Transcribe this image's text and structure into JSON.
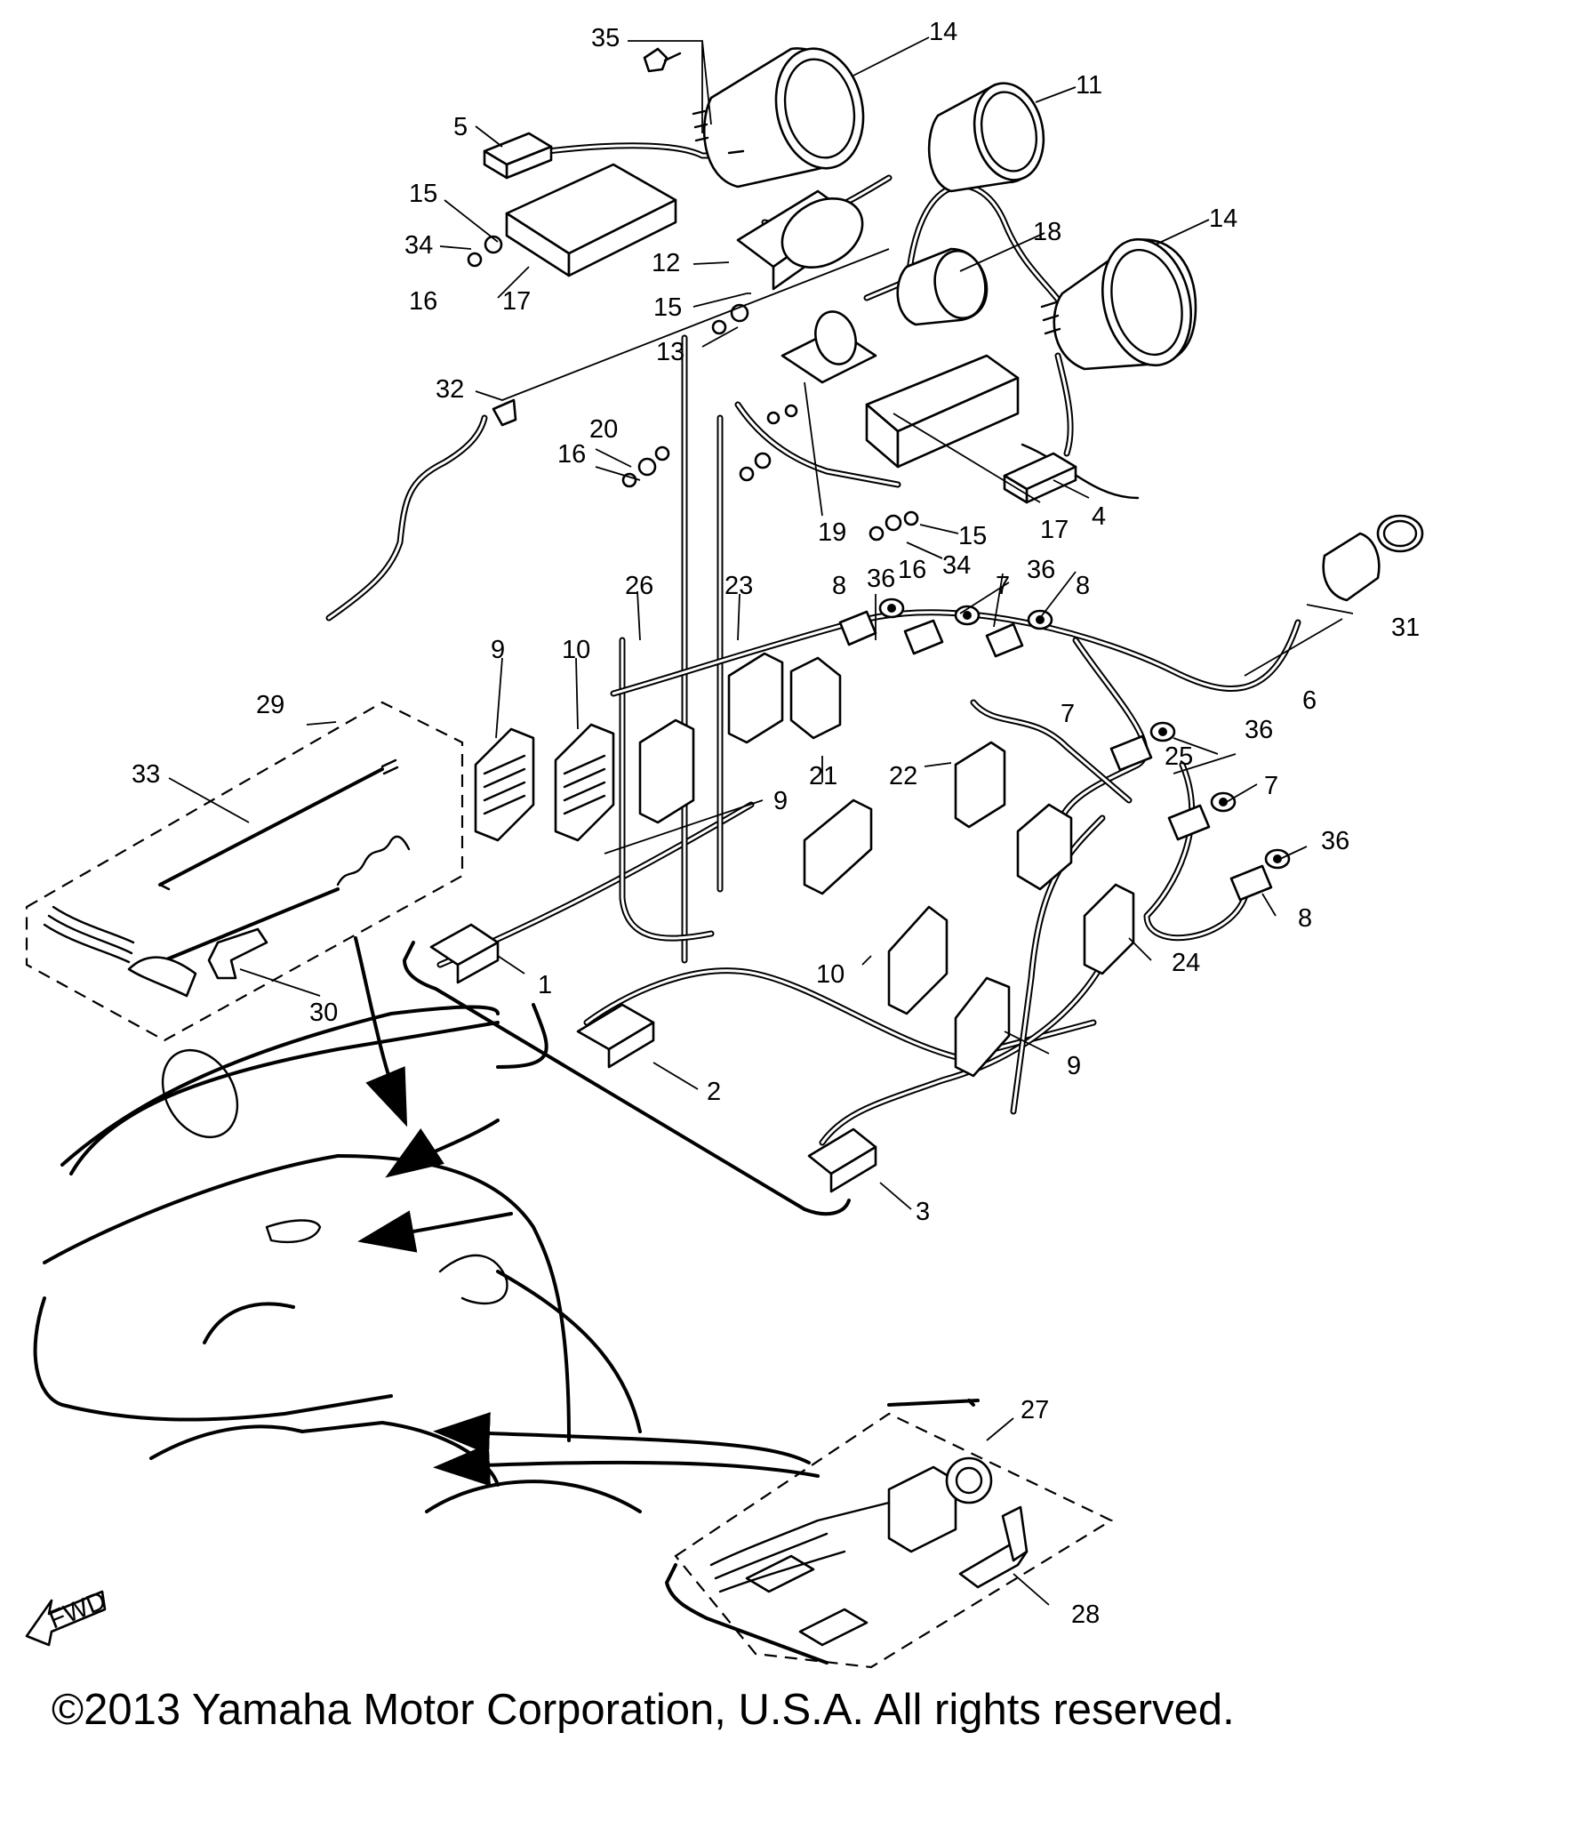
{
  "callouts": [
    "1",
    "2",
    "3",
    "4",
    "5",
    "6",
    "7",
    "8",
    "9",
    "10",
    "11",
    "12",
    "13",
    "14",
    "15",
    "16",
    "17",
    "18",
    "19",
    "20",
    "21",
    "22",
    "23",
    "24",
    "25",
    "26",
    "27",
    "28",
    "29",
    "30",
    "31",
    "32",
    "33",
    "34",
    "35",
    "36"
  ],
  "fwd_badge": "FWD",
  "copyright": "©2013 Yamaha Motor Corporation, U.S.A. All rights reserved."
}
